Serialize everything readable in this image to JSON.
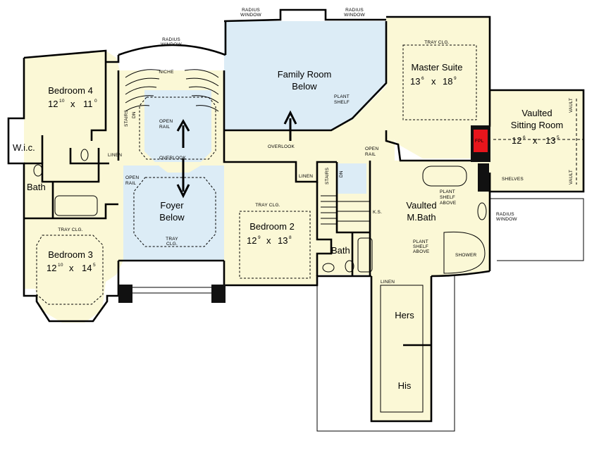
{
  "colors": {
    "floor": "#fbf8d6",
    "open_below": "#dcecf6",
    "wall": "#000000",
    "fireplace": "#e8151c",
    "background": "#ffffff"
  },
  "rooms": {
    "bedroom4": {
      "name": "Bedroom 4",
      "dims": "12 10 x 11 0",
      "w_ft": "12",
      "w_in": "10",
      "sep": "x",
      "d_ft": "11",
      "d_in": "0"
    },
    "bedroom3": {
      "name": "Bedroom 3",
      "w_ft": "12",
      "w_in": "10",
      "sep": "x",
      "d_ft": "14",
      "d_in": "5"
    },
    "bedroom2": {
      "name": "Bedroom 2",
      "w_ft": "12",
      "w_in": "9",
      "sep": "x",
      "d_ft": "13",
      "d_in": "8"
    },
    "master": {
      "name": "Master Suite",
      "w_ft": "13",
      "w_in": "6",
      "sep": "x",
      "d_ft": "18",
      "d_in": "9"
    },
    "sitting": {
      "name1": "Vaulted",
      "name2": "Sitting Room",
      "w_ft": "12",
      "w_in": "6",
      "sep": "x",
      "d_ft": "13",
      "d_in": "5"
    },
    "family": {
      "line1": "Family Room",
      "line2": "Below"
    },
    "foyer": {
      "line1": "Foyer",
      "line2": "Below"
    },
    "mbath": {
      "line1": "Vaulted",
      "line2": "M.Bath"
    },
    "bath_left": "Bath",
    "bath_mid": "Bath",
    "wic": "W.i.c.",
    "hers": "Hers",
    "his": "His"
  },
  "notes": {
    "radius_window": "RADIUS",
    "radius_window2": "WINDOW",
    "niche": "NICHE",
    "tray_clg": "TRAY CLG.",
    "tray": "TRAY",
    "clg": "CLG.",
    "open": "OPEN",
    "rail": "RAIL",
    "overlook": "OVERLOOK",
    "linen": "LINEN",
    "plant": "PLANT",
    "shelf": "SHELF",
    "above": "ABOVE",
    "stairs": "STAIRS",
    "dn": "DN",
    "shower": "SHOWER",
    "shelves": "SHELVES",
    "vault": "VAULT",
    "fpl": "FPL",
    "ks": "K.S."
  }
}
